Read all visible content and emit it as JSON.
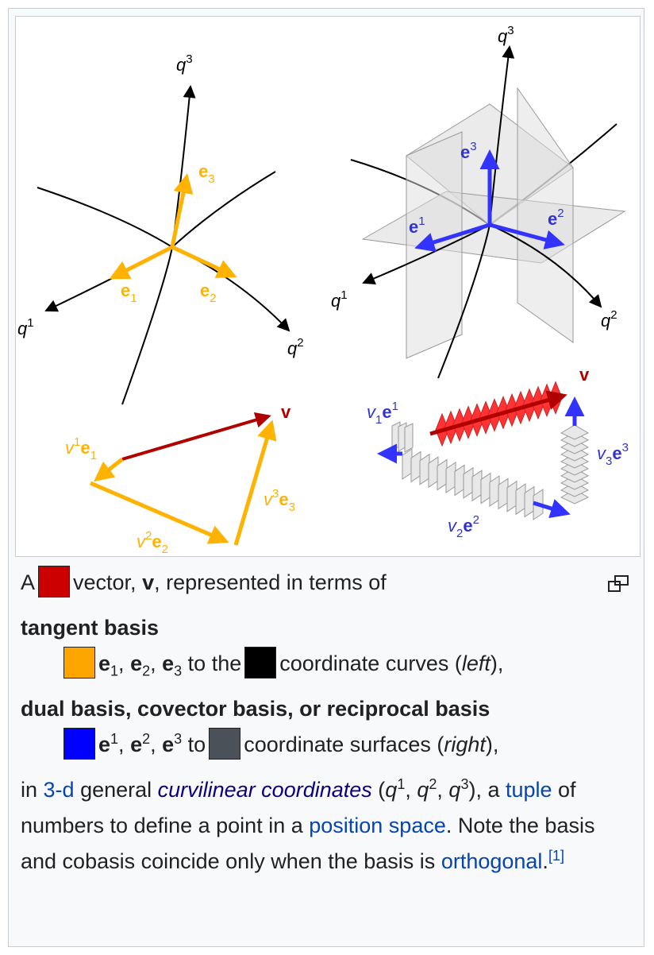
{
  "colors": {
    "vector": "#cc0000",
    "tangent": "#ffa500",
    "curves": "#000000",
    "dual": "#0000ff",
    "surfaces": "#4b5158",
    "link": "#0645ad"
  },
  "diagram": {
    "left": {
      "q1": "q",
      "q1_sup": "1",
      "q2": "q",
      "q2_sup": "2",
      "q3": "q",
      "q3_sup": "3",
      "e1": "e",
      "e1_sub": "1",
      "e2": "e",
      "e2_sub": "2",
      "e3": "e",
      "e3_sub": "3"
    },
    "right": {
      "q1": "q",
      "q1_sup": "1",
      "q2": "q",
      "q2_sup": "2",
      "q3": "q",
      "q3_sup": "3",
      "e1": "e",
      "e1_sup": "1",
      "e2": "e",
      "e2_sup": "2",
      "e3": "e",
      "e3_sup": "3"
    },
    "bottom_left": {
      "v": "v",
      "v1e1": [
        "v",
        "1",
        "e",
        "1"
      ],
      "v2e2": [
        "v",
        "2",
        "e",
        "2"
      ],
      "v3e3": [
        "v",
        "3",
        "e",
        "3"
      ]
    },
    "bottom_right": {
      "v": "v",
      "v1e1": [
        "v",
        "1",
        "e",
        "1"
      ],
      "v2e2": [
        "v",
        "2",
        "e",
        "2"
      ],
      "v3e3": [
        "v",
        "3",
        "e",
        "3"
      ]
    }
  },
  "caption": {
    "line1": {
      "a": "A",
      "b": "vector,",
      "v": "v",
      "c": ", represented in terms of"
    },
    "tangent_heading": "tangent basis",
    "tangent_line": {
      "e1": "e",
      "s1": "1",
      "e2": "e",
      "s2": "2",
      "e3": "e",
      "s3": "3",
      "c1": ", ",
      "c2": ", ",
      "to": " to the",
      "rest": "coordinate curves (",
      "left": "left",
      "end": "),"
    },
    "dual_heading": "dual basis, covector basis, or reciprocal basis",
    "dual_line": {
      "e1": "e",
      "s1": "1",
      "e2": "e",
      "s2": "2",
      "e3": "e",
      "s3": "3",
      "c1": ", ",
      "c2": ", ",
      "to": " to",
      "rest": "coordinate surfaces (",
      "right": "right",
      "end": "),"
    },
    "para": {
      "in": "in ",
      "link_3d": "3-d",
      "general": " general ",
      "link_curv": "curvilinear coordinates",
      "open": " (",
      "q": "q",
      "s1": "1",
      "q2": "q",
      "s2": "2",
      "q3": "q",
      "s3": "3",
      "close": "), a ",
      "link_tuple": "tuple",
      "mid": " of numbers to define a point in a ",
      "link_pos": "position space",
      "note": ". Note the basis and cobasis coincide only when the basis is ",
      "link_orth": "orthogonal",
      "dot": ".",
      "ref": "[1]"
    }
  }
}
